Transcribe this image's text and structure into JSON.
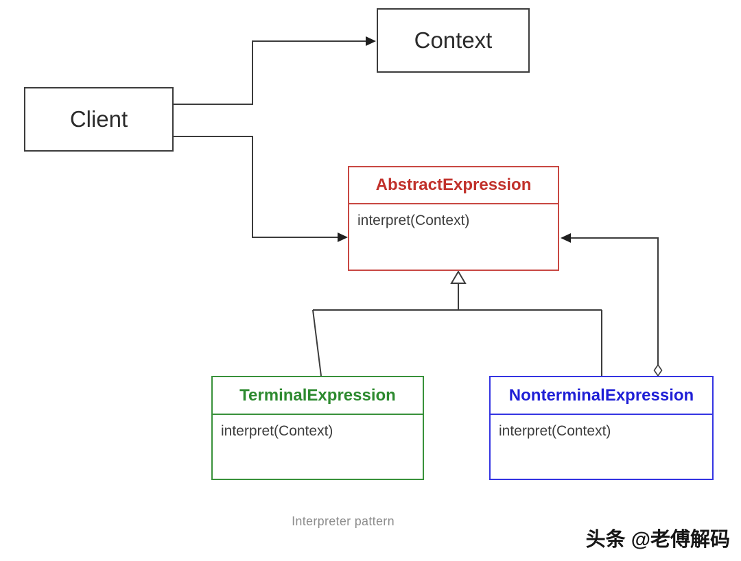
{
  "diagram": {
    "title_caption": "Interpreter pattern",
    "watermark": "头条 @老傅解码",
    "nodes": {
      "client": {
        "label": "Client"
      },
      "context": {
        "label": "Context"
      },
      "abstract_expression": {
        "title": "AbstractExpression",
        "method": "interpret(Context)",
        "color": "#c1312b"
      },
      "terminal_expression": {
        "title": "TerminalExpression",
        "method": "interpret(Context)",
        "color": "#2d8a2f"
      },
      "nonterminal_expression": {
        "title": "NonterminalExpression",
        "method": "interpret(Context)",
        "color": "#1f1fd6"
      }
    },
    "edges": [
      {
        "from": "Client",
        "to": "Context",
        "type": "directed-association"
      },
      {
        "from": "Client",
        "to": "AbstractExpression",
        "type": "directed-association"
      },
      {
        "from": "TerminalExpression",
        "to": "AbstractExpression",
        "type": "generalization"
      },
      {
        "from": "NonterminalExpression",
        "to": "AbstractExpression",
        "type": "generalization"
      },
      {
        "from": "NonterminalExpression",
        "to": "AbstractExpression",
        "type": "aggregation-association"
      }
    ],
    "colors": {
      "red": "#c1312b",
      "green": "#2d8a2f",
      "blue": "#1f1fd6",
      "line": "#3b3b3b",
      "method_text": "#3d3d3d",
      "caption_text": "#8c8c8c",
      "watermark_text": "#161616",
      "background": "#ffffff"
    }
  }
}
